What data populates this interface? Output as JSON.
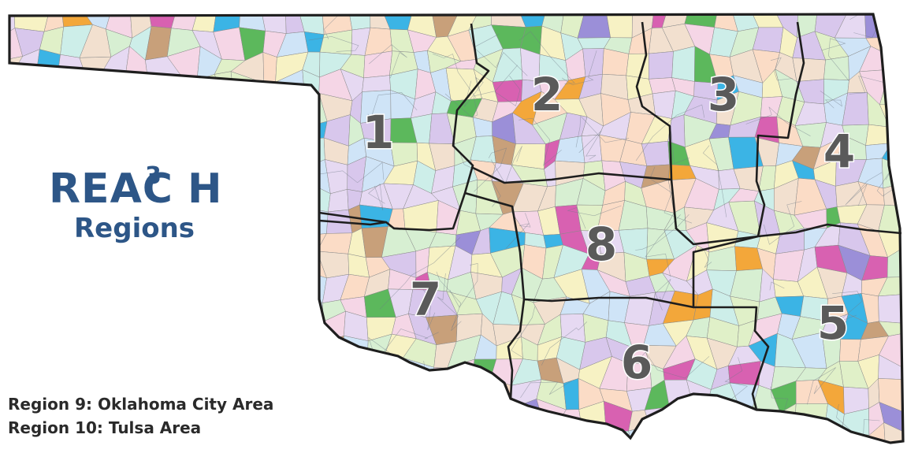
{
  "logo": {
    "main": "REAC",
    "superscript": "3",
    "main_end": "H",
    "subtitle": "Regions",
    "color": "#2d5687"
  },
  "notes": [
    "Region 9: Oklahoma City Area",
    "Region 10: Tulsa Area"
  ],
  "regions": [
    {
      "label": "1"
    },
    {
      "label": "2"
    },
    {
      "label": "3"
    },
    {
      "label": "4"
    },
    {
      "label": "5"
    },
    {
      "label": "6"
    },
    {
      "label": "7"
    },
    {
      "label": "8"
    }
  ],
  "colors": {
    "district_palette": [
      "#f5d6e6",
      "#d8c7ec",
      "#cfe4f7",
      "#d7efd2",
      "#f7f2c4",
      "#fbdcc6",
      "#e6d9f2",
      "#cdeee9",
      "#f2e0cf",
      "#e0f0c8"
    ],
    "accent_palette": [
      "#d861b1",
      "#5cb85c",
      "#f3a73a",
      "#3bb4e5",
      "#9b8fd8",
      "#c8a07a"
    ],
    "border": "#1e1e1e",
    "region_number": "#5a5a5a"
  }
}
